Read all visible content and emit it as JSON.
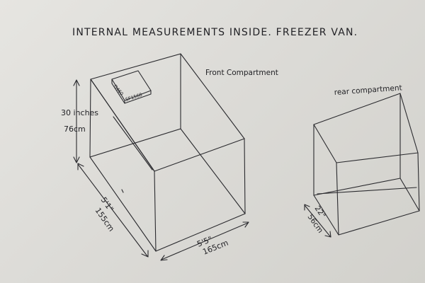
{
  "title": "INTERNAL MEASUREMENTS INSIDE. FREEZER VAN.",
  "front": {
    "label": "Front Compartment",
    "height_in": "30 inches",
    "height_cm": "76cm",
    "depth_in": "5'1\"",
    "depth_cm": "155cm",
    "width_in": "5'5\"",
    "width_cm": "165cm",
    "unit_code_1": "D460",
    "unit_code_2": "SF1560"
  },
  "rear": {
    "label": "rear compartment",
    "depth_in": "22\"",
    "depth_cm": "56cm"
  }
}
